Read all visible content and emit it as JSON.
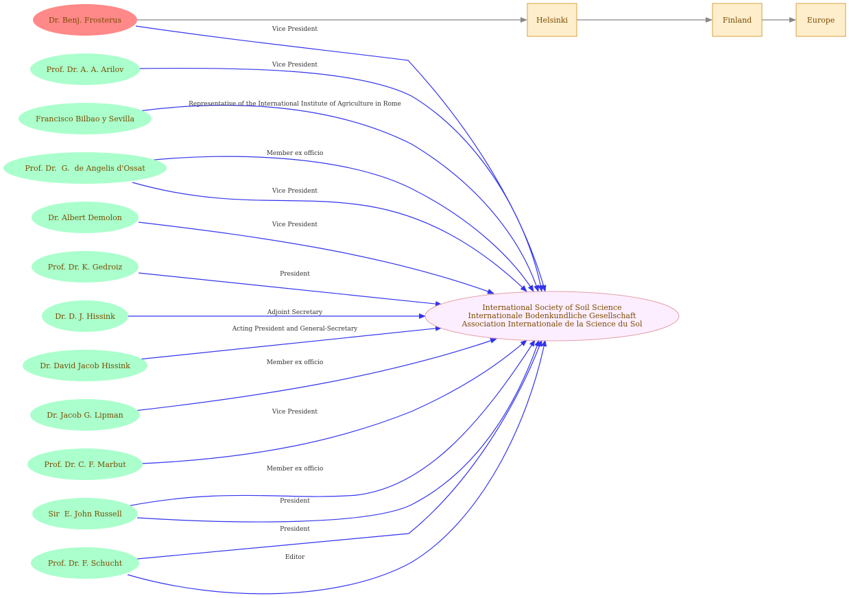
{
  "colors": {
    "person_fill": "#aaffcc",
    "highlight_fill": "#ff8888",
    "org_fill": "#fdeeff",
    "org_stroke": "#e0a0a8",
    "place_fill": "#ffeecc",
    "place_stroke": "#d4a040",
    "edge": "#3333ee",
    "location_edge": "#888888",
    "text": "#7a4b00"
  },
  "organization": {
    "lines": [
      "International Society of Soil Science",
      "Internationale Bodenkundliche Gesellschaft",
      "Association Internationale de la Science du Sol"
    ]
  },
  "places": [
    "Helsinki",
    "Finland",
    "Europe"
  ],
  "people": [
    "Dr. Benj. Frosterus",
    "Prof. Dr. A. A. Arilov",
    "Francisco Bilbao y Sevilla",
    "Prof. Dr.  G.  de Angelis d'Ossat",
    "Dr. Albert Demolon",
    "Prof. Dr. K. Gedroiz",
    "Dr. D. J. Hissink",
    "Dr. David Jacob Hissink",
    "Dr. Jacob G. Lipman",
    "Prof. Dr. C. F. Marbut",
    "Sir  E. John Russell",
    "Prof. Dr. F. Schucht"
  ],
  "edge_labels": [
    "Vice President",
    "Vice President",
    "Representative of the International Institute of Agriculture in Rome",
    "Member ex officio",
    "Vice President",
    "Vice President",
    "President",
    "Adjoint Secretary",
    "Acting President and General-Secretary",
    "Member ex officio",
    "Vice President",
    "Member ex officio",
    "President",
    "President",
    "Editor"
  ]
}
